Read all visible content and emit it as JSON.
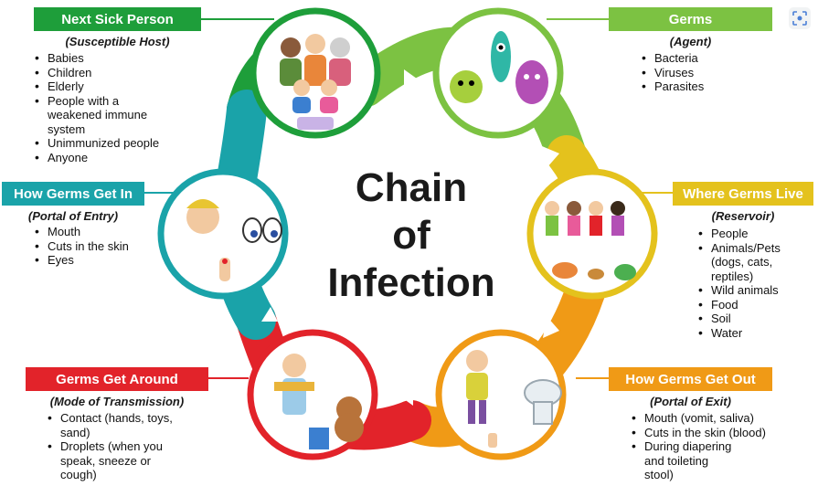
{
  "title_lines": [
    "Chain",
    "of",
    "Infection"
  ],
  "colors": {
    "green_dark": "#1e9e3a",
    "green_light": "#7cc242",
    "yellow": "#e4c21d",
    "orange": "#f09a16",
    "red": "#e2232a",
    "teal": "#1aa3a9"
  },
  "sections": {
    "next_sick": {
      "label": "Next Sick Person",
      "subtitle": "(Susceptible Host)",
      "items": [
        "Babies",
        "Children",
        "Elderly",
        "People with a",
        "weakened immune",
        "system",
        "Unimmunized people",
        "Anyone"
      ]
    },
    "germs": {
      "label": "Germs",
      "subtitle": "(Agent)",
      "items": [
        "Bacteria",
        "Viruses",
        "Parasites"
      ]
    },
    "live": {
      "label": "Where Germs Live",
      "subtitle": "(Reservoir)",
      "items": [
        "People",
        "Animals/Pets",
        "(dogs, cats,",
        "reptiles)",
        "Wild animals",
        "Food",
        "Soil",
        "Water"
      ]
    },
    "out": {
      "label": "How Germs Get Out",
      "subtitle": "(Portal of Exit)",
      "items": [
        "Mouth (vomit, saliva)",
        "Cuts in the skin (blood)",
        "During diapering",
        "and toileting",
        "stool)"
      ]
    },
    "around": {
      "label": "Germs Get Around",
      "subtitle": "(Mode of Transmission)",
      "items": [
        "Contact (hands, toys,",
        "sand)",
        "Droplets (when you",
        "speak, sneeze or",
        "cough)"
      ]
    },
    "in": {
      "label": "How Germs Get In",
      "subtitle": "(Portal of Entry)",
      "items": [
        "Mouth",
        "Cuts in the skin",
        "Eyes"
      ]
    }
  },
  "icons": {
    "scan": "lens-scan-icon"
  }
}
